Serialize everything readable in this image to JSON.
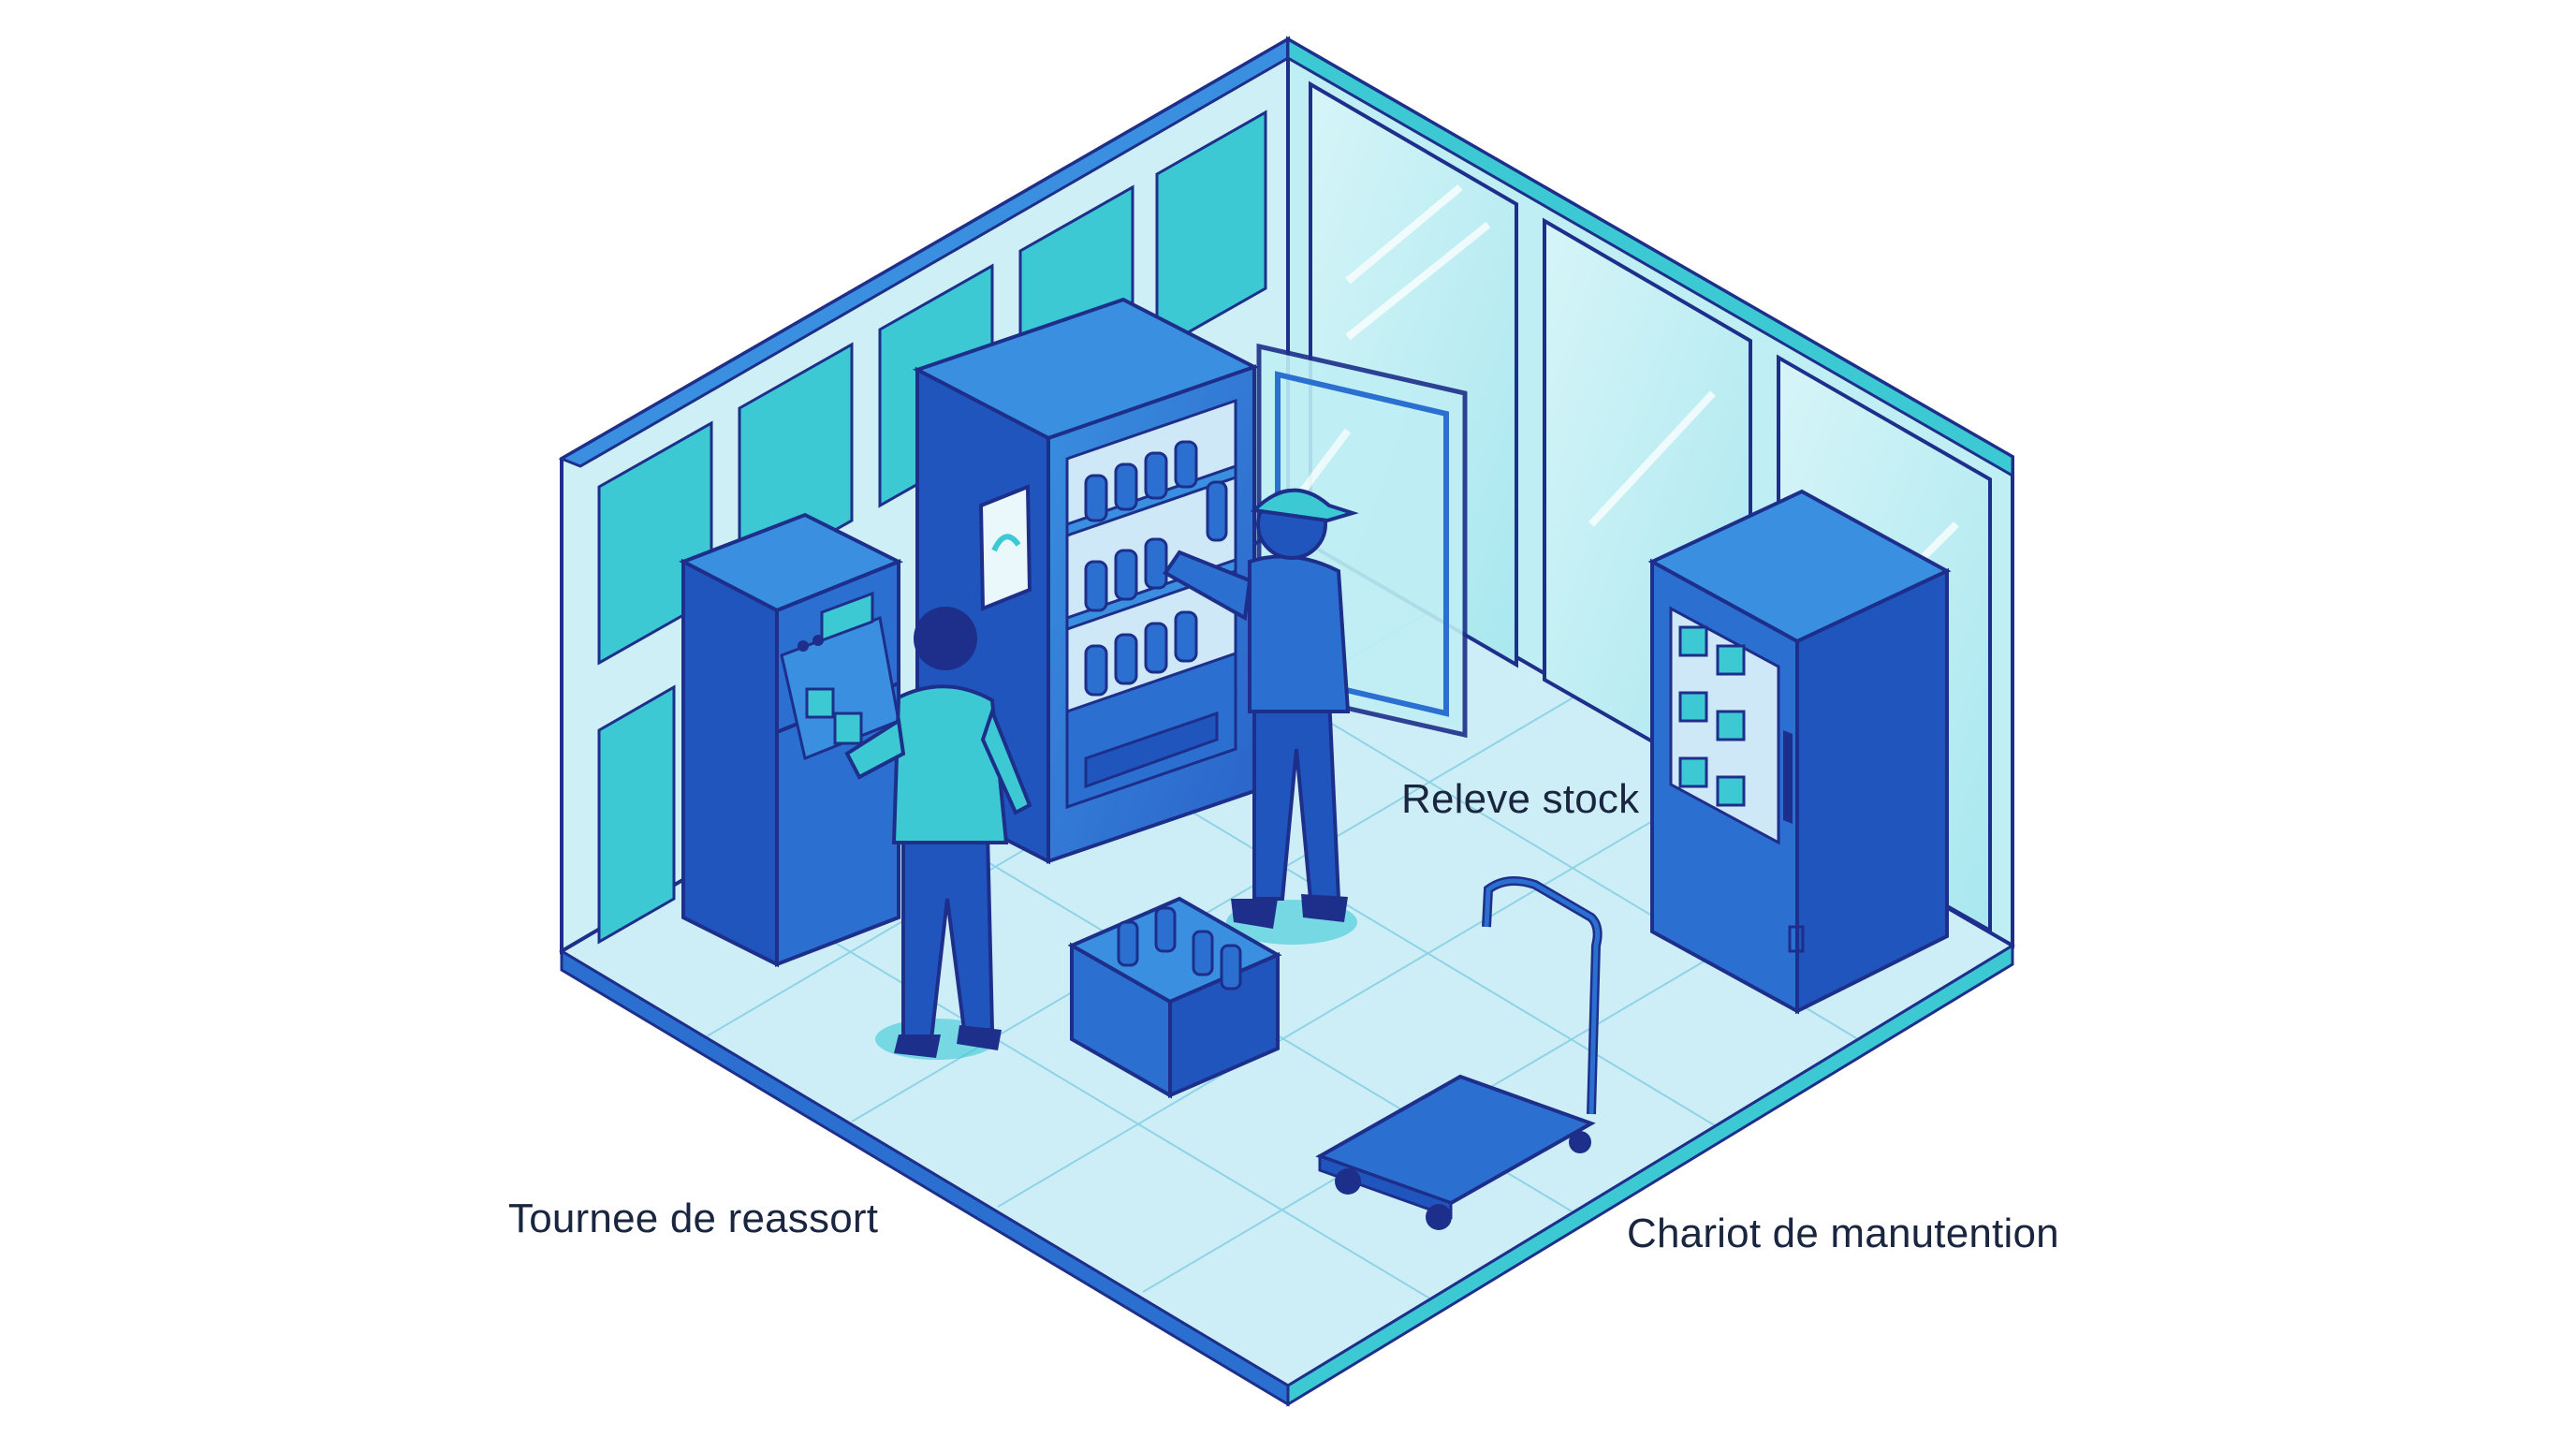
{
  "labels": {
    "releve_stock": "Releve stock",
    "tournee": "Tournee de reassort",
    "chariot": "Chariot de manutention"
  },
  "colors": {
    "outline": "#1d2f8a",
    "blue_dark": "#1f55bd",
    "blue_mid": "#2b6fd1",
    "blue_light": "#3a8fe0",
    "teal": "#3cc9d3",
    "floor": "#cdeef7",
    "glass": "#bfeff4",
    "text": "#1a2540"
  }
}
